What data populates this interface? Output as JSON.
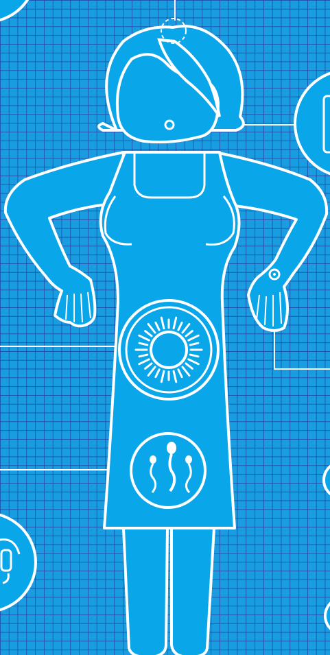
{
  "colors": {
    "background": "#1a9ce0",
    "grid_line": "#1f3f9e",
    "figure_fill": "#0aa6ea",
    "outline": "#ffffff"
  },
  "figure": {
    "subject": "woman-silhouette",
    "callouts": [
      {
        "target": "head-crown",
        "icon": "dashed-circle-icon"
      },
      {
        "target": "mouth",
        "icon": "phone-device-icon"
      },
      {
        "target": "right-palm",
        "icon": "wrist-sensor-icon"
      },
      {
        "target": "ovary",
        "icon": "egg-cell-icon"
      },
      {
        "target": "uterus",
        "icon": "sperm-cells-icon"
      },
      {
        "target": "lower-left",
        "icon": "headset-icon"
      }
    ]
  }
}
